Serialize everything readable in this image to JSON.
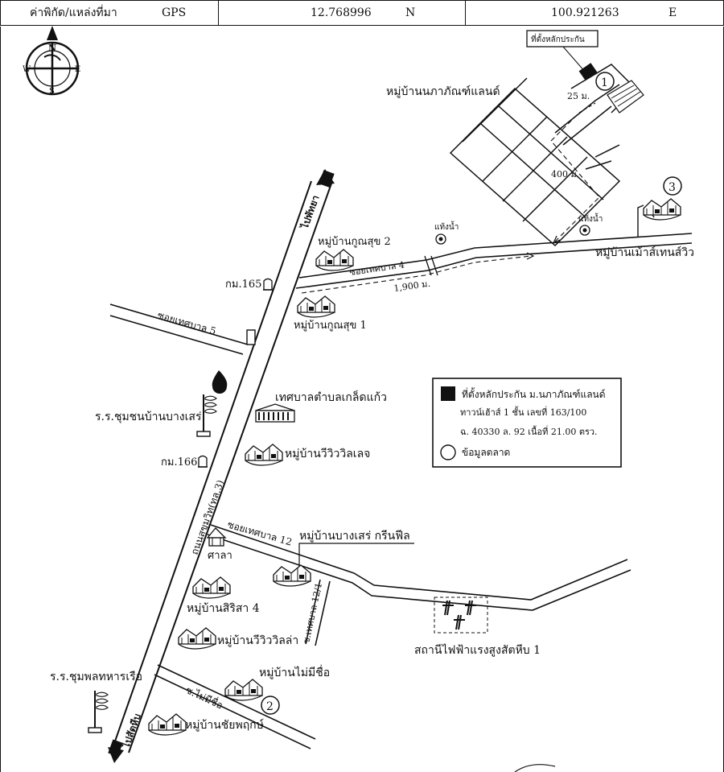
{
  "header": {
    "coord_label": "ค่าพิกัด/แหล่งที่มา",
    "source": "GPS",
    "lat": "12.768996",
    "lat_dir": "N",
    "lon": "100.921263",
    "lon_dir": "E"
  },
  "compass": {
    "n": "N",
    "s": "S",
    "e": "E",
    "w": "W"
  },
  "map_labels": {
    "marker_box": "ที่ตั้งหลักประกัน",
    "dist_25": "25 ม.",
    "dist_400": "400 ม.",
    "dist_1900": "1,900 ม.",
    "village_napapat": "หมู่บ้านนภาภัณฑ์แลนด์",
    "village_kunsuk2": "หมู่บ้านกูณสุข 2",
    "village_kunsuk1": "หมู่บ้านกูณสุข 1",
    "village_meuang": "หมู่บ้านเม้าส์เทนส์วิว",
    "village_viewvillage": "หมู่บ้านวีวิววิลเลจ",
    "village_bangsaray_green": "หมู่บ้านบางเสร่ กรีนฟีล",
    "village_sirisa": "หมู่บ้านสิริสา 4",
    "village_viewvilla": "หมู่บ้านวีวิววิลล่า",
    "village_noname": "หมู่บ้านไม่มีชื่อ",
    "village_chaiyapruk": "หมู่บ้านชัยพฤกษ์",
    "water_tank1": "แท้งน้ำ",
    "water_tank2": "แท้งน้ำ",
    "soi4": "ซอยเทศบาล 4",
    "soi5": "ซอยเทศบาล 5",
    "soi12": "ซอยเทศบาล 12",
    "soi12_1": "ซ.เทศบาล 12/1",
    "soi_noname": "ซ.ไม่มีชื่อ",
    "km165": "กม.165",
    "km166": "กม.166",
    "to_pattaya": "ไปพัทยา",
    "to_sattahip": "ไปสัตหีบ",
    "road_sukhumvit": "ถนนสุขุมวิท(ทล.3)",
    "municipality": "เทศบาลตำบลเกล็ดแก้ว",
    "school1": "ร.ร.ชุมชนบ้านบางเสร่",
    "school2": "ร.ร.ชุมพลทหารเรือ",
    "sala": "ศาลา",
    "power_station": "สถานีไฟฟ้าแรงสูงสัตหีบ 1",
    "circle1": "1",
    "circle2": "2",
    "circle3": "3"
  },
  "legend": {
    "line1": "ที่ตั้งหลักประกัน ม.นภาภัณฑ์แลนด์",
    "line2": "ทาวน์เฮ้าส์ 1 ชั้น เลขที่ 163/100",
    "line3": "ฉ. 40330 ล. 92 เนื้อที่ 21.00 ตรว.",
    "line4": "ข้อมูลตลาด"
  }
}
